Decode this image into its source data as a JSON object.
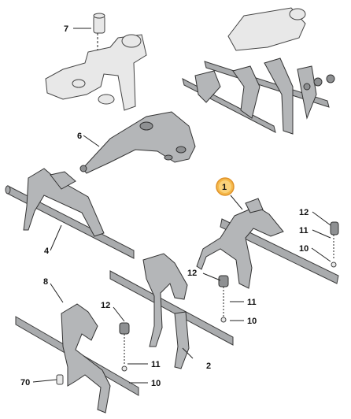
{
  "callouts": [
    {
      "id": "c7",
      "text": "7"
    },
    {
      "id": "c6",
      "text": "6"
    },
    {
      "id": "c4",
      "text": "4"
    },
    {
      "id": "c1",
      "text": "1"
    },
    {
      "id": "c12a",
      "text": "12"
    },
    {
      "id": "c11a",
      "text": "11"
    },
    {
      "id": "c10a",
      "text": "10"
    },
    {
      "id": "c8",
      "text": "8"
    },
    {
      "id": "c12b",
      "text": "12"
    },
    {
      "id": "c11b",
      "text": "11"
    },
    {
      "id": "c10b",
      "text": "10"
    },
    {
      "id": "c2",
      "text": "2"
    },
    {
      "id": "c12c",
      "text": "12"
    },
    {
      "id": "c11c",
      "text": "11"
    },
    {
      "id": "c10c",
      "text": "10"
    },
    {
      "id": "c70",
      "text": "70"
    }
  ],
  "highlight": {
    "callout": "1",
    "color": "#f5b84a"
  },
  "colors": {
    "metal": "#a9abad",
    "housing": "#e8e8e8",
    "outline": "#333333"
  }
}
